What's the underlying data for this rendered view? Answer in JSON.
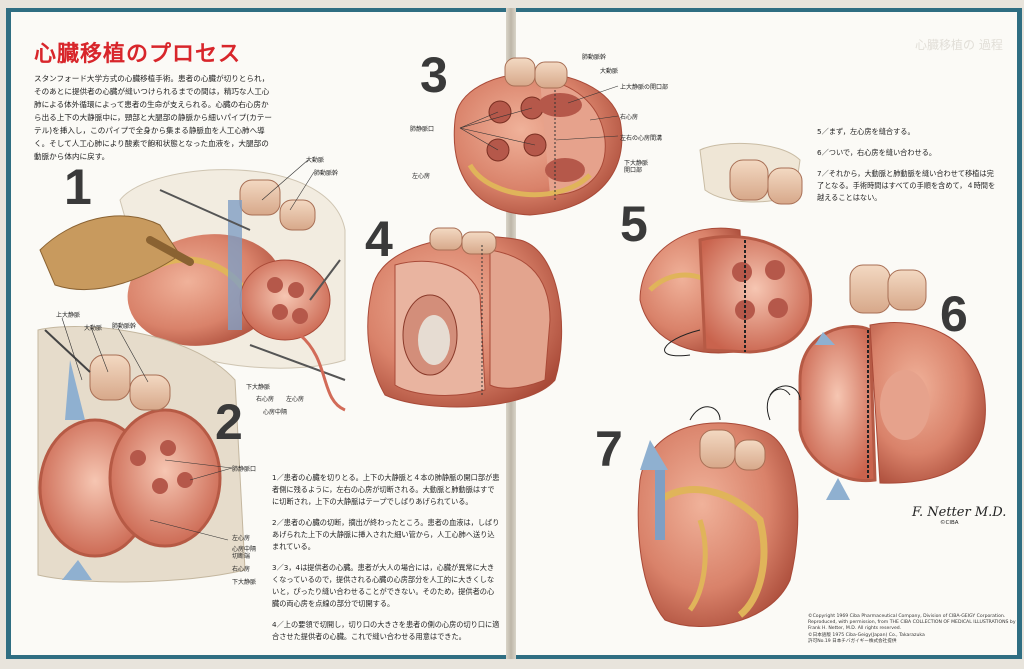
{
  "title": "心臓移植のプロセス",
  "intro": "スタンフォード大学方式の心臓移植手術。患者の心臓が切りとられ，そのあとに提供者の心臓が縫いつけられるまでの間は，精巧な人工心肺による体外循環によって患者の生命が支えられる。心臓の右心房から出る上下の大静脈中に，頸部と大腿部の静脈から細いパイプ(カテーテル)を挿入し，このパイプで全身から集まる静脈血を人工心肺へ導く。そして人工心肺により酸素で飽和状態となった血液を，大腿部の動脈から体内に戻す。",
  "numbers": [
    "1",
    "2",
    "3",
    "4",
    "5",
    "6",
    "7"
  ],
  "labels": {
    "fig1_aorta": "大動脈",
    "fig1_pulmonary": "肺動脈幹",
    "fig1_ivc": "下大静脈",
    "fig1_ra": "右心房",
    "fig1_la": "左心房",
    "fig1_septum": "心房中隔",
    "fig2_svc": "上大静脈",
    "fig2_aorta": "大動脈",
    "fig2_pulmonary": "肺動脈幹",
    "fig2_pv": "肺静脈口",
    "fig2_la": "左心房",
    "fig2_septum": "心房中隔\n切断端",
    "fig2_ra": "右心房",
    "fig2_ivc": "下大静脈",
    "fig3_pulmonary": "肺動脈幹",
    "fig3_aorta": "大動脈",
    "fig3_svc_open": "上大静脈の開口部",
    "fig3_pv": "肺静脈口",
    "fig3_ra": "右心房",
    "fig3_septum": "左右の心房間溝",
    "fig3_la": "左心房",
    "fig3_ivc_open": "下大静脈\n開口部"
  },
  "notes": [
    "1／患者の心臓を切りとる。上下の大静脈と４本の肺静脈の開口部が患者側に残るように，左右の心房が切断される。大動脈と肺動脈はすでに切断され，上下の大静脈はテープでしばりあげられている。",
    "2／患者の心臓の切断，摘出が終わったところ。患者の血液は，しばりあげられた上下の大静脈に挿入された細い管から，人工心肺へ送り込まれている。",
    "3／3，4は提供者の心臓。患者が大人の場合には，心臓が異常に大きくなっているので，提供される心臓の心房部分を人工的に大きくしないと，ぴったり縫い合わせることができない。そのため，提供者の心臓の両心房を点線の部分で切開する。",
    "4／上の要領で切開し，切り口の大きさを患者の側の心房の切り口に適合させた提供者の心臓。これで縫い合わせる用意はできた。"
  ],
  "steps": [
    "5／まず，左心房を縫合する。",
    "6／ついで，右心房を縫い合わせる。",
    "7／それから，大動脈と肺動脈を縫い合わせて移植は完了となる。手術時間はすべての手順を含めて，４時間を越えることはない。"
  ],
  "signature": "F. Netter M.D.",
  "signature_sub": "©CIBA",
  "ghost_text": "心臓移植の 過程",
  "copyright": "©Copyright 1969 Ciba Pharmaceutical Company, Division of CIBA-GEIGY Corporation. Reproduced, with permission, from THE CIBA COLLECTION OF MEDICAL ILLUSTRATIONS by Frank H. Netter, M.D. All rights reserved.\n©日本語版 1975 Ciba-Geigy(Japan) Co., Takarazuka\n許可No.19 日本チバガイギー株式会社提供",
  "colors": {
    "title_red": "#d8262b",
    "frame_teal": "#2f6e82",
    "heart_flesh": "#d9826a",
    "heart_dark": "#b8523f",
    "fat_yellow": "#e0b45a",
    "vessel_blue": "#7f9fc4"
  }
}
